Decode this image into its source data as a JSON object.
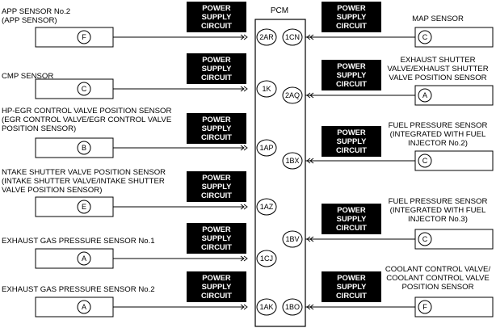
{
  "pcm": {
    "title": "PCM"
  },
  "power_supply": [
    "POWER",
    "SUPPLY",
    "CIRCUIT"
  ],
  "left_components": [
    {
      "label": [
        "APP SENSOR No.2",
        "(APP SENSOR)"
      ],
      "terminal": "F",
      "pin": "2AR"
    },
    {
      "label": [
        "CMP SENSOR"
      ],
      "terminal": "C",
      "pin": "1K"
    },
    {
      "label": [
        "HP-EGR CONTROL VALVE POSITION SENSOR",
        "(EGR CONTROL VALVE/EGR CONTROL VALVE",
        "POSITION SENSOR)"
      ],
      "terminal": "B",
      "pin": "1AP"
    },
    {
      "label": [
        "NTAKE SHUTTER VALVE POSITION SENSOR",
        "(INTAKE SHUTTER VALVE/INTAKE SHUTTER",
        "VALVE POSITION SENSOR)"
      ],
      "terminal": "E",
      "pin": "1AZ"
    },
    {
      "label": [
        "EXHAUST GAS PRESSURE SENSOR No.1"
      ],
      "terminal": "A",
      "pin": "1CJ"
    },
    {
      "label": [
        "EXHAUST GAS PRESSURE SENSOR No.2"
      ],
      "terminal": "A",
      "pin": "1AK"
    }
  ],
  "right_components": [
    {
      "label": [
        "MAP SENSOR"
      ],
      "terminal": "C",
      "pin": "1CN"
    },
    {
      "label": [
        "EXHAUST SHUTTER",
        "VALVE/EXHAUST SHUTTER",
        "VALVE POSITION SENSOR"
      ],
      "terminal": "A",
      "pin": "2AQ"
    },
    {
      "label": [
        "FUEL PRESSURE SENSOR",
        "(INTEGRATED WITH FUEL",
        "INJECTOR No.2)"
      ],
      "terminal": "C",
      "pin": "1BX"
    },
    {
      "label": [
        "FUEL PRESSURE SENSOR",
        "(INTEGRATED WITH FUEL",
        "INJECTOR No.3)"
      ],
      "terminal": "C",
      "pin": "1BV"
    },
    {
      "label": [
        "COOLANT CONTROL VALVE/",
        "COOLANT CONTROL VALVE",
        "POSITION SENSOR"
      ],
      "terminal": "F",
      "pin": "1BO"
    }
  ]
}
